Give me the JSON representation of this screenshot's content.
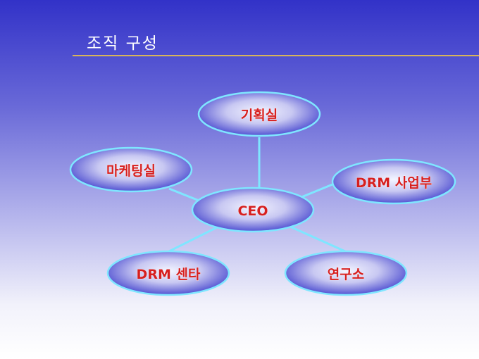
{
  "title": "조직 구성",
  "colors": {
    "node_fill_center": "#f4f5ff",
    "node_fill_edge": "#3c3ccc",
    "node_stroke": "#7fe6ff",
    "link": "#7fe6ff",
    "label": "#d61f1f",
    "rule": "#d8b45a"
  },
  "org": {
    "center": "CEO",
    "planning": "기획실",
    "marketing": "마케팅실",
    "drm_business": "DRM 사업부",
    "drm_center": "DRM 센타",
    "research": "연구소"
  }
}
